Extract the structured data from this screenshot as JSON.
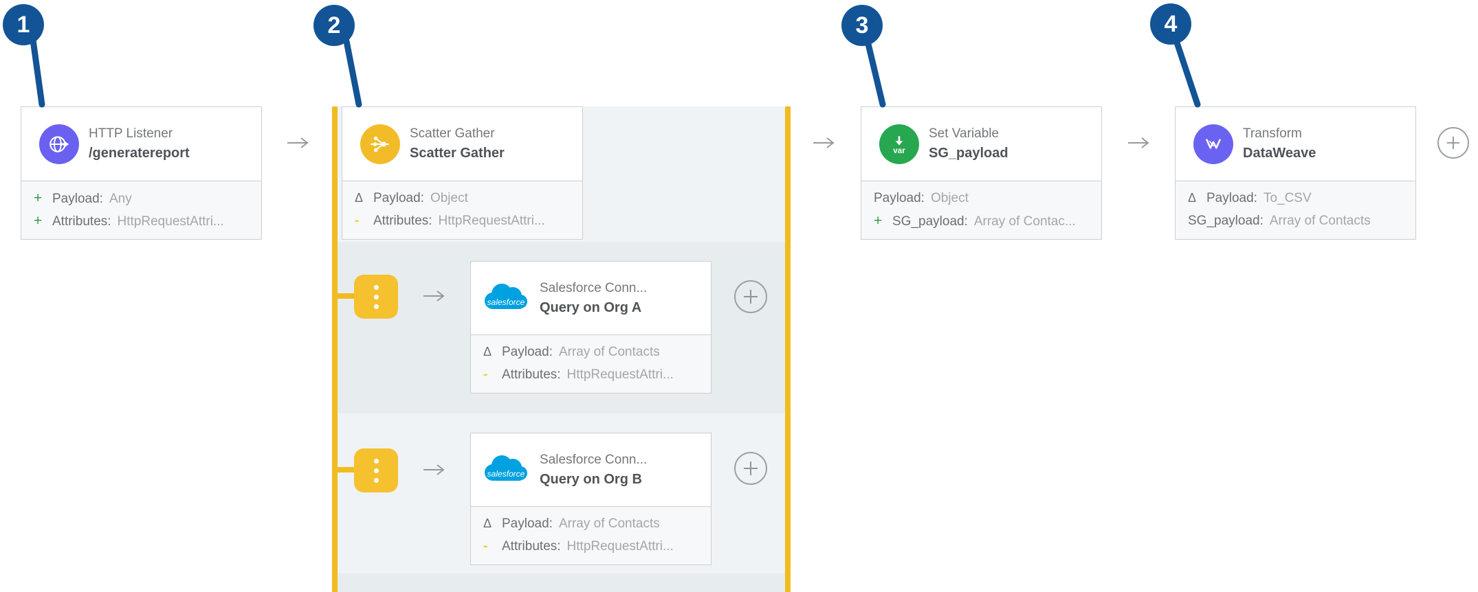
{
  "app": "flow-designer-canvas",
  "colors": {
    "badge_blue": "#135496",
    "scope_yellow": "#f0bc20",
    "kebab_yellow": "#f5c12e",
    "http_icon": "#6a61f1",
    "scatter_icon": "#f2bc29",
    "set_variable_icon": "#27a74f",
    "transform_icon": "#6a63f2",
    "salesforce_blue": "#00a1e0",
    "plus_green": "#2f9e44",
    "dash_yellow": "#e6d41f",
    "band_light": "#eff3f6",
    "band_dark": "#e7ecef"
  },
  "badges": [
    {
      "label": "1"
    },
    {
      "label": "2"
    },
    {
      "label": "3"
    },
    {
      "label": "4"
    }
  ],
  "flow": {
    "nodes": [
      {
        "id": "http-listener",
        "icon": "globe-icon",
        "title": "HTTP Listener",
        "subtitle": "/generatereport",
        "meta": [
          {
            "prefix": "+",
            "label": "Payload:",
            "value": "Any"
          },
          {
            "prefix": "+",
            "label": "Attributes:",
            "value": "HttpRequestAttri..."
          }
        ]
      },
      {
        "id": "scatter-gather",
        "icon": "scatter-gather-icon",
        "title": "Scatter Gather",
        "subtitle": "Scatter Gather",
        "meta": [
          {
            "prefix": "Δ",
            "label": "Payload:",
            "value": "Object"
          },
          {
            "prefix": "-",
            "label": "Attributes:",
            "value": "HttpRequestAttri..."
          }
        ]
      },
      {
        "id": "set-variable",
        "icon": "set-variable-icon",
        "title": "Set Variable",
        "subtitle": "SG_payload",
        "meta": [
          {
            "prefix": "",
            "label": "Payload:",
            "value": "Object"
          },
          {
            "prefix": "+",
            "label": "SG_payload:",
            "value": "Array of Contac..."
          }
        ]
      },
      {
        "id": "transform",
        "icon": "dataweave-icon",
        "title": "Transform",
        "subtitle": "DataWeave",
        "meta": [
          {
            "prefix": "Δ",
            "label": "Payload:",
            "value": "To_CSV"
          },
          {
            "prefix": "",
            "label": "SG_payload:",
            "value": "Array of Contacts"
          }
        ]
      }
    ],
    "scatter_routes": [
      {
        "card": {
          "id": "salesforce-query-org-a",
          "icon": "salesforce-logo",
          "logo_text": "salesforce",
          "title": "Salesforce Conn...",
          "subtitle": "Query on Org A",
          "meta": [
            {
              "prefix": "Δ",
              "label": "Payload:",
              "value": "Array of Contacts"
            },
            {
              "prefix": "-",
              "label": "Attributes:",
              "value": "HttpRequestAttri..."
            }
          ]
        }
      },
      {
        "card": {
          "id": "salesforce-query-org-b",
          "icon": "salesforce-logo",
          "logo_text": "salesforce",
          "title": "Salesforce Conn...",
          "subtitle": "Query on Org B",
          "meta": [
            {
              "prefix": "Δ",
              "label": "Payload:",
              "value": "Array of Contacts"
            },
            {
              "prefix": "-",
              "label": "Attributes:",
              "value": "HttpRequestAttri..."
            }
          ]
        }
      }
    ]
  }
}
